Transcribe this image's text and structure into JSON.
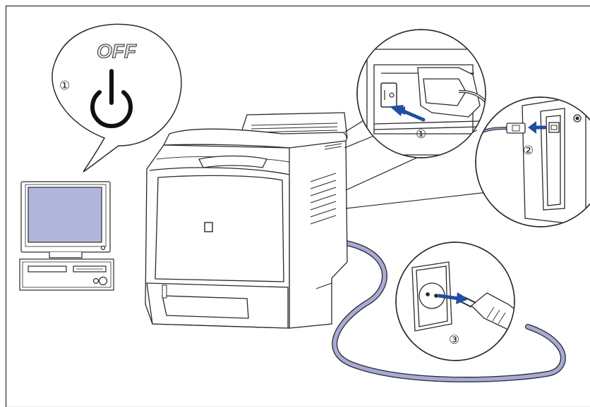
{
  "callouts": {
    "power_bubble": {
      "label": "OFF",
      "step": "①"
    },
    "switch_detail": {
      "step": "①"
    },
    "usb_detail": {
      "step": "②"
    },
    "outlet_detail": {
      "step": "③"
    }
  },
  "colors": {
    "line": "#2a2a2a",
    "screen": "#b3b6dc",
    "cable": "#a7a9d6",
    "arrow": "#1f4f9e",
    "off_fill": "#e6e6e6"
  }
}
